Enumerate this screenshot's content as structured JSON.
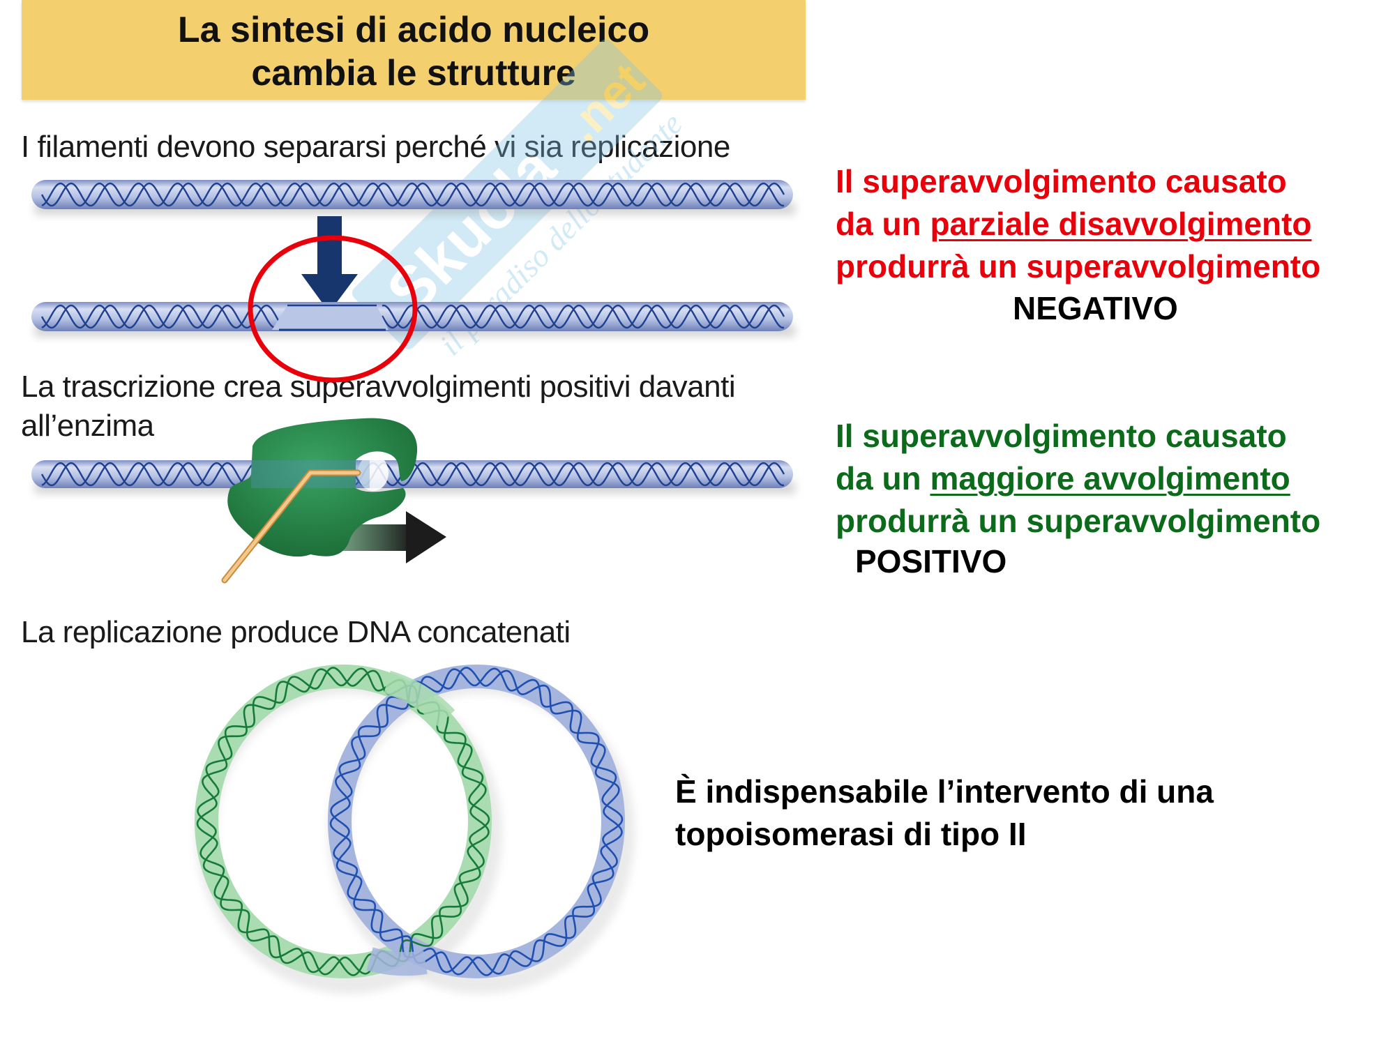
{
  "banner": {
    "title_line1": "La sintesi di acido nucleico",
    "title_line2": "cambia le strutture",
    "color": "#F3CF6E"
  },
  "figure": {
    "caption_replication": "I filamenti devono separarsi perché vi sia replicazione",
    "caption_transcription_line1": "La trascrizione crea superavvolgimenti positivi davanti",
    "caption_transcription_line2": "all’enzima",
    "caption_concatenation": "La replicazione produce DNA concatenati",
    "colors": {
      "dna_tube": "#AEBBDF",
      "dna_strand": "#1F3F8F",
      "arrow": "#17366E",
      "highlight_circle": "#E8000B",
      "enzyme": "#23894A",
      "rna": "#E9B26C",
      "ring_green": "#A9DCB0",
      "ring_blue": "#A5B5DE"
    }
  },
  "negative_note": {
    "line1": "Il superavvolgimento causato",
    "line2_prefix": "da un ",
    "line2_underlined": "parziale disavvolgimento",
    "line3": "produrrà un superavvolgimento",
    "emphasis": "NEGATIVO",
    "color": "#E8000B"
  },
  "positive_note": {
    "line1": "Il superavvolgimento causato",
    "line2_prefix": "da un ",
    "line2_underlined": "maggiore avvolgimento",
    "line3": "produrrà un superavvolgimento",
    "emphasis": "POSITIVO",
    "color": "#0B6B1A"
  },
  "conclusion": {
    "line1": "È indispensabile l’intervento di una",
    "line2": "topoisomerasi di tipo II"
  },
  "watermark": {
    "brand": "Skuola.net",
    "tagline": "il paradiso dello studente"
  }
}
